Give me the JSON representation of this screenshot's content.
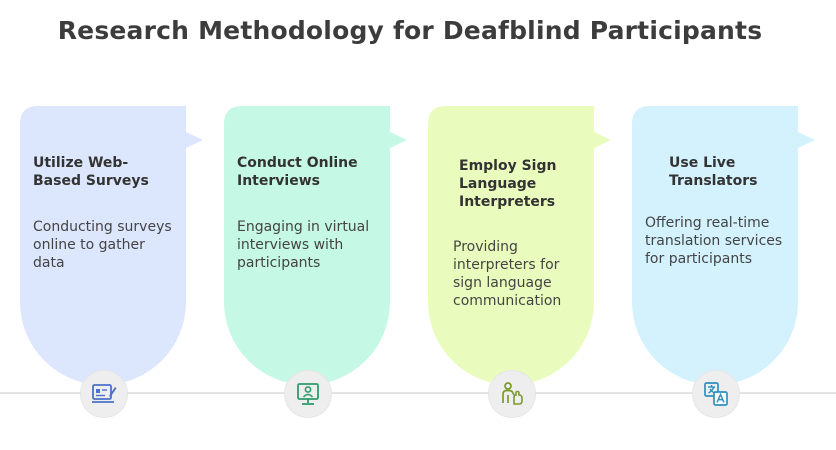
{
  "title": "Research Methodology for Deafblind Participants",
  "steps": [
    {
      "title": "Utilize Web-Based Surveys",
      "description": "Conducting surveys online to gather data",
      "color": "#dce6fd",
      "icon": "web-survey-icon",
      "icon_color": "#4a72c8"
    },
    {
      "title": "Conduct Online Interviews",
      "description": "Engaging in virtual interviews with participants",
      "color": "#c6f8e6",
      "icon": "online-interview-icon",
      "icon_color": "#2f9b6a"
    },
    {
      "title": "Employ Sign Language Interpreters",
      "description": "Providing interpreters for sign language communication",
      "color": "#eafcbd",
      "icon": "sign-language-icon",
      "icon_color": "#7a9b2a"
    },
    {
      "title": "Use Live Translators",
      "description": "Offering real-time translation services for participants",
      "color": "#d3f2fe",
      "icon": "translation-icon",
      "icon_color": "#2f8fc0"
    }
  ]
}
